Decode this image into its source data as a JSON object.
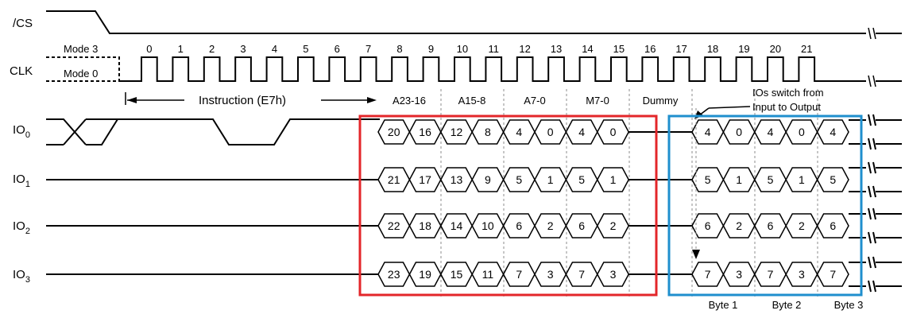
{
  "signals": {
    "cs": "/CS",
    "clk": "CLK",
    "io": [
      {
        "base": "IO",
        "sub": "0"
      },
      {
        "base": "IO",
        "sub": "1"
      },
      {
        "base": "IO",
        "sub": "2"
      },
      {
        "base": "IO",
        "sub": "3"
      }
    ]
  },
  "modes": {
    "mode3": "Mode 3",
    "mode0": "Mode 0"
  },
  "clock_numbers": [
    "0",
    "1",
    "2",
    "3",
    "4",
    "5",
    "6",
    "7",
    "8",
    "9",
    "10",
    "11",
    "12",
    "13",
    "14",
    "15",
    "16",
    "17",
    "18",
    "19",
    "20",
    "21"
  ],
  "instruction_label": "Instruction (E7h)",
  "phase_labels": [
    "A23-16",
    "A15-8",
    "A7-0",
    "M7-0",
    "Dummy"
  ],
  "switch_note": [
    "IOs switch from",
    "Input to Output"
  ],
  "io_in": [
    [
      "20",
      "16",
      "12",
      "8",
      "4",
      "0",
      "4",
      "0"
    ],
    [
      "21",
      "17",
      "13",
      "9",
      "5",
      "1",
      "5",
      "1"
    ],
    [
      "22",
      "18",
      "14",
      "10",
      "6",
      "2",
      "6",
      "2"
    ],
    [
      "23",
      "19",
      "15",
      "11",
      "7",
      "3",
      "7",
      "3"
    ]
  ],
  "io_out": [
    [
      "4",
      "0",
      "4",
      "0",
      "4"
    ],
    [
      "5",
      "1",
      "5",
      "1",
      "5"
    ],
    [
      "6",
      "2",
      "6",
      "2",
      "6"
    ],
    [
      "7",
      "3",
      "7",
      "3",
      "7"
    ]
  ],
  "bytes": [
    "Byte 1",
    "Byte 2",
    "Byte 3"
  ],
  "colors": {
    "input_box": "#e3262a",
    "output_box": "#1f8fce"
  }
}
